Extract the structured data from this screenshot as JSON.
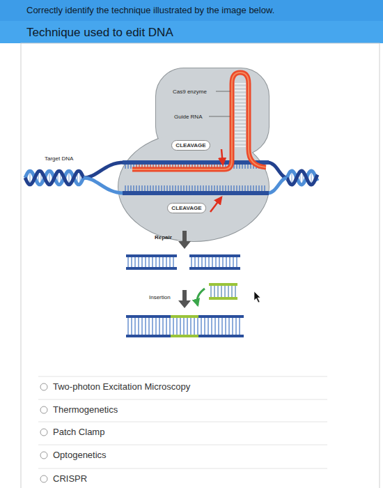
{
  "diagram": {
    "title": "Correctly identify the technique illustrated by the image below.",
    "nodes": [
      {
        "text": [
          "CLEAVAGE"
        ]
      },
      {
        "text": [
          "CLEAVAGE"
        ]
      }
    ],
    "labels": [
      "Technique used to edit DNA",
      "Cas9 enzyme",
      "Guide RNA",
      "Target DNA",
      "Repair",
      "Insertion",
      "Two-photon Excitation Microscopy",
      "Thermogenetics",
      "Patch Clamp",
      "Optogenetics",
      "CRISPR"
    ]
  }
}
